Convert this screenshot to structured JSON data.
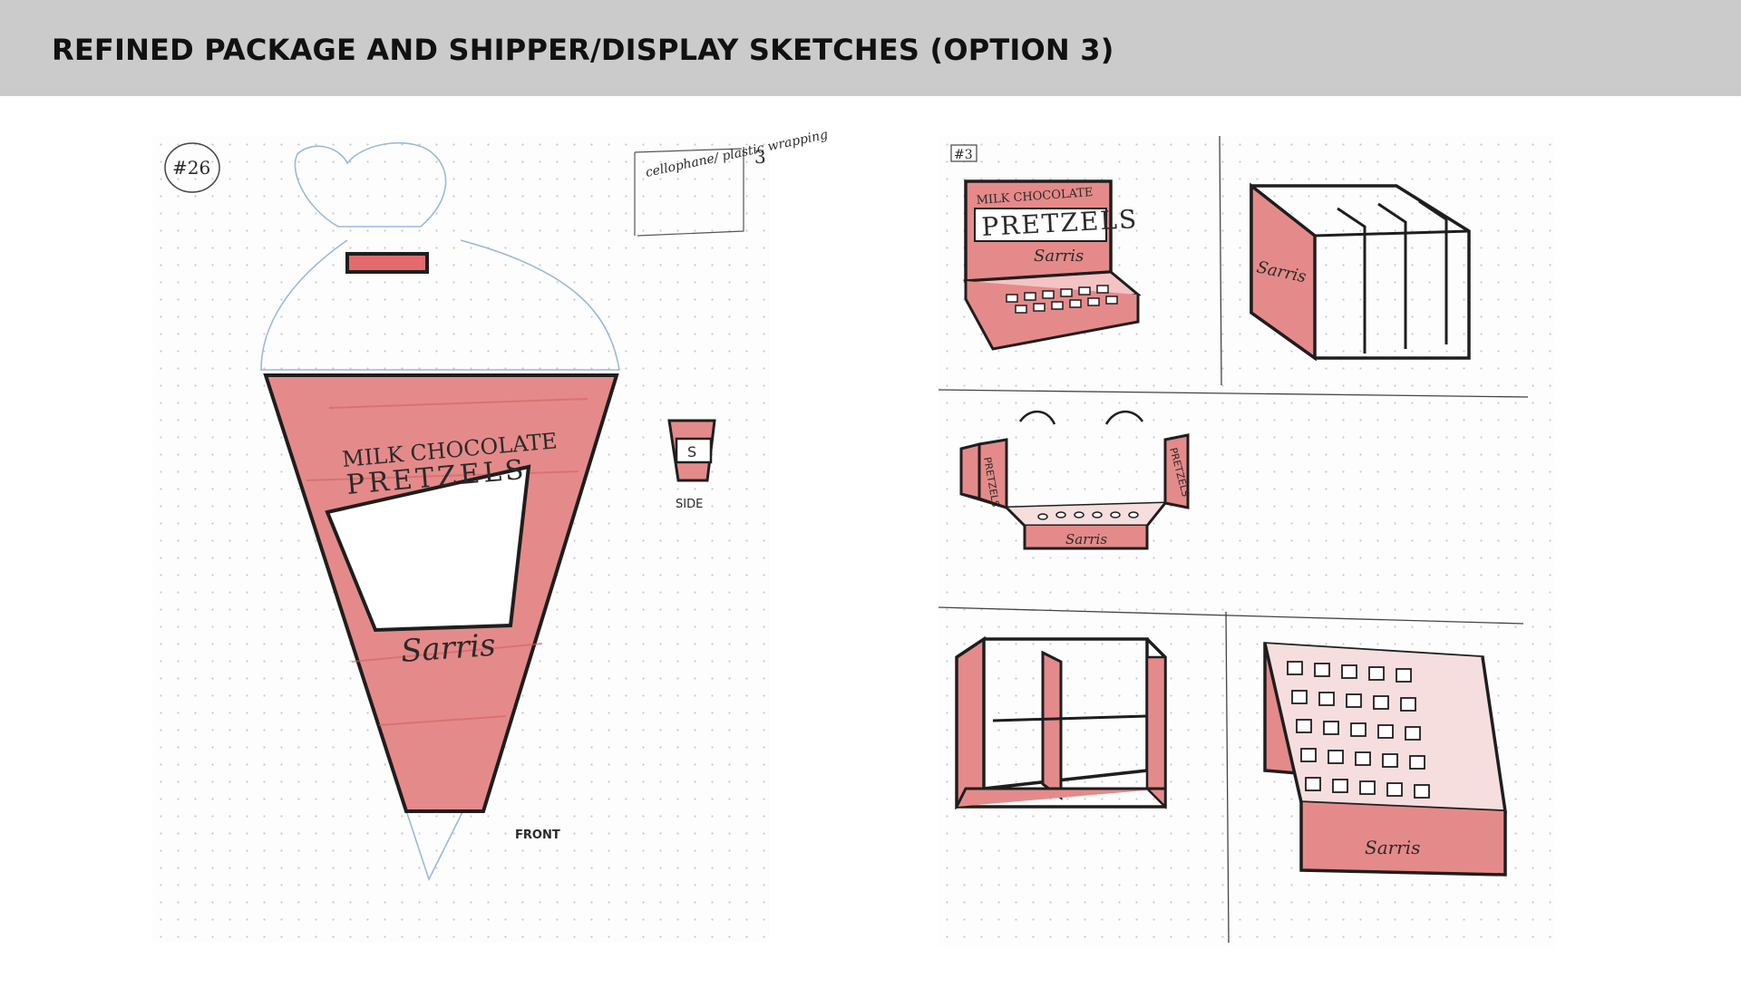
{
  "header": {
    "title": "REFINED PACKAGE AND SHIPPER/DISPLAY SKETCHES (OPTION 3)"
  },
  "left_sketch": {
    "number": "#26",
    "page_number": "3",
    "note": "cellophane/ plastic wrapping",
    "product_line1": "MILK CHOCOLATE",
    "product_line2": "PRETZELS",
    "brand": "Sarris",
    "side_label": "SIDE",
    "side_letter": "S",
    "front_label": "FRONT"
  },
  "right_sketch": {
    "number": "#3",
    "box_line1": "MILK CHOCOLATE",
    "box_line2": "PRETZELS",
    "brand": "Sarris",
    "side_panel_text": "PRETZELS"
  },
  "colors": {
    "sketch_red": "#e07070",
    "ink": "#1e1e1e",
    "header_bg": "#cbcbcb"
  }
}
